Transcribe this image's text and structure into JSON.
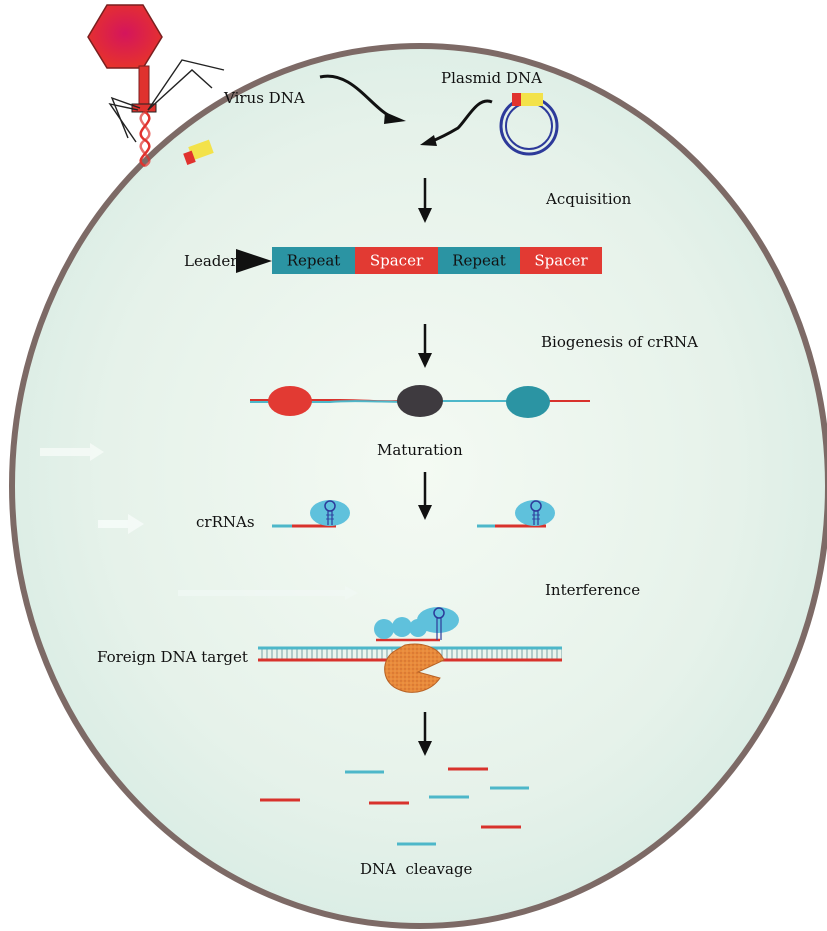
{
  "labels": {
    "virus_dna": "Virus DNA",
    "plasmid_dna": "Plasmid DNA",
    "acquisition": "Acquisition",
    "leader": "Leader",
    "biogenesis": "Biogenesis of crRNA",
    "maturation": "Maturation",
    "crrnas": "crRNAs",
    "interference": "Interference",
    "foreign_dna_target": "Foreign DNA target",
    "dna_cleavage": "DNA  cleavage"
  },
  "crispr_array": [
    {
      "label": "Repeat",
      "kind": "repeat"
    },
    {
      "label": "Spacer",
      "kind": "spacer"
    },
    {
      "label": "Repeat",
      "kind": "repeat"
    },
    {
      "label": "Spacer",
      "kind": "spacer"
    }
  ],
  "colors": {
    "cell_fill": "#e6f2ea",
    "cell_border": "#7d6a66",
    "repeat": "#2b94a3",
    "spacer": "#e23a33",
    "repeat_text": "#111111",
    "spacer_text": "#ffffff",
    "red_strand": "#d8322c",
    "teal_strand": "#4db7c9",
    "dark_protein": "#3e3a3f",
    "cas_protein": "#5fc1dc",
    "nuclease": "#e98a3a",
    "phage_red": "#e0322e",
    "phage_magenta": "#c8145a",
    "plasmid_blue": "#2d3a9a",
    "yellow_marker": "#f3e24a"
  }
}
